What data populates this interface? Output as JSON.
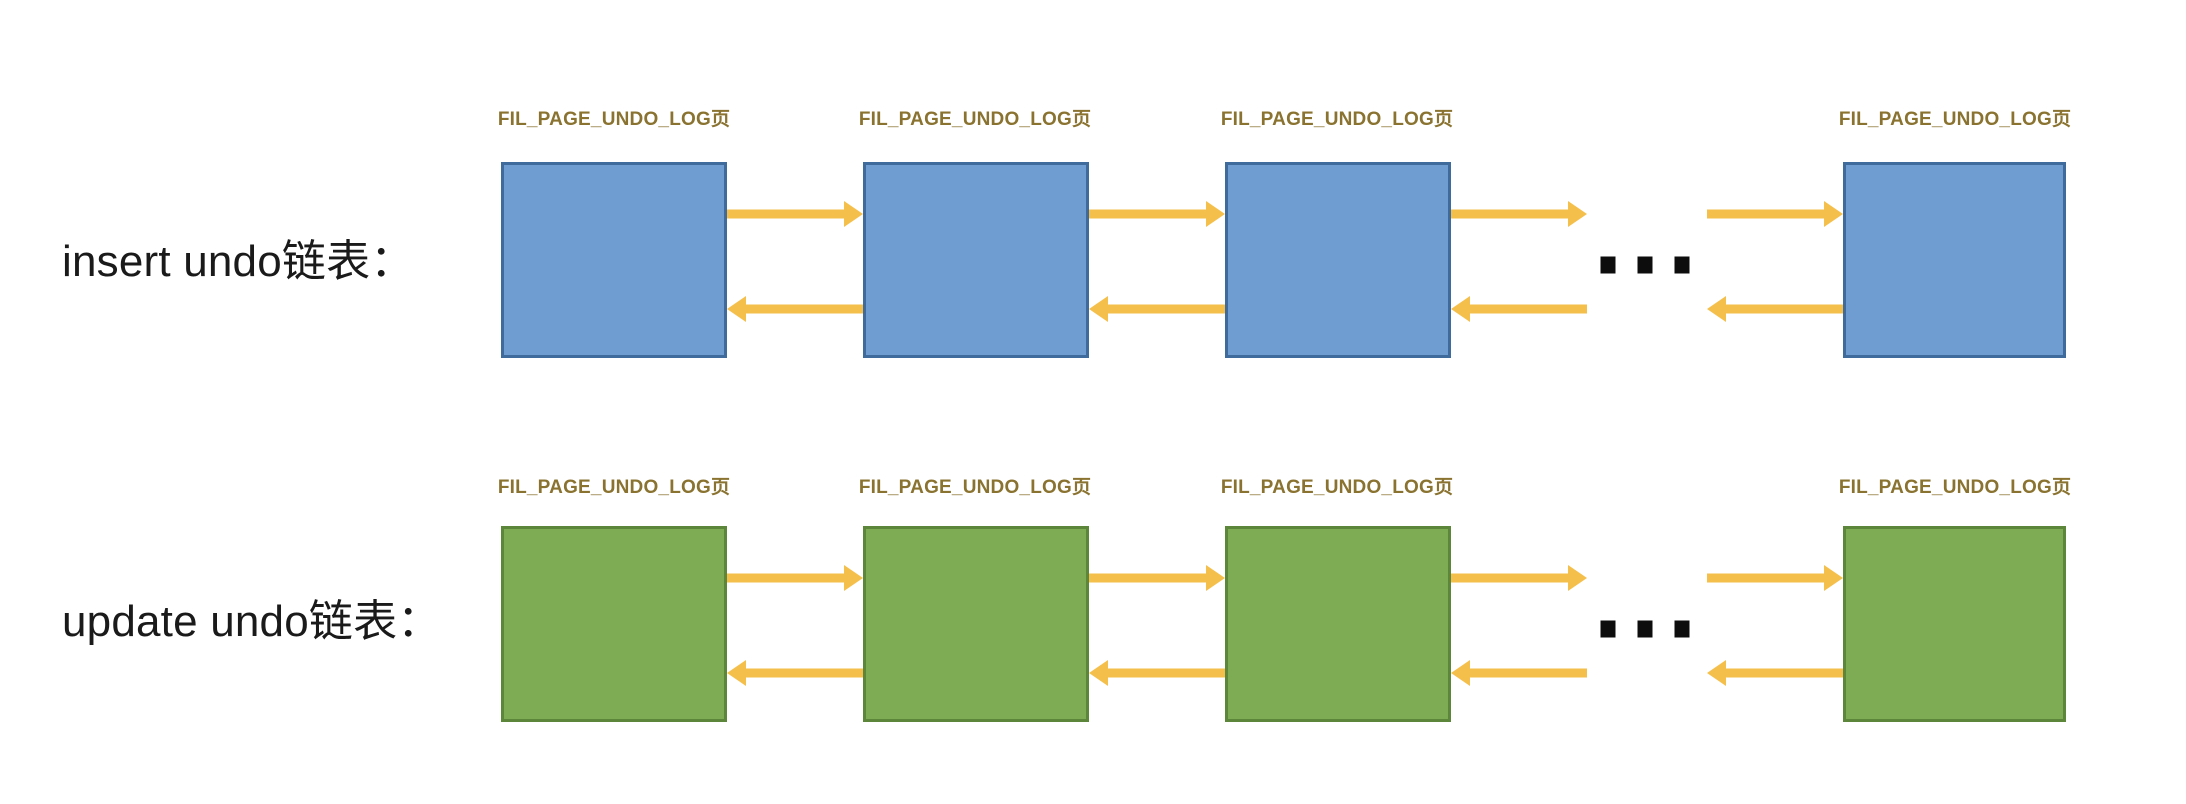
{
  "diagram": {
    "type": "linked-list-diagram",
    "colors": {
      "insert_box_fill": "#6f9dd1",
      "insert_box_border": "#3f6a9c",
      "update_box_fill": "#7eac55",
      "update_box_border": "#5c8639",
      "arrow": "#f5bf4b",
      "caption_text": "#8a7330",
      "label_text": "#1a1a1a",
      "ellipsis_dot": "#0d0d0d",
      "background": "#ffffff"
    },
    "rows": [
      {
        "id": "insert-undo-chain",
        "label": "insert undo链表：",
        "node_caption": "FIL_PAGE_UNDO_LOG页",
        "node_count_shown": 4,
        "ellipsis": "…",
        "ellipsis_dots": 3,
        "forward_arrow": "→",
        "backward_arrow": "←"
      },
      {
        "id": "update-undo-chain",
        "label": "update undo链表：",
        "node_caption": "FIL_PAGE_UNDO_LOG页",
        "node_count_shown": 4,
        "ellipsis": "…",
        "ellipsis_dots": 3,
        "forward_arrow": "→",
        "backward_arrow": "←"
      }
    ]
  }
}
